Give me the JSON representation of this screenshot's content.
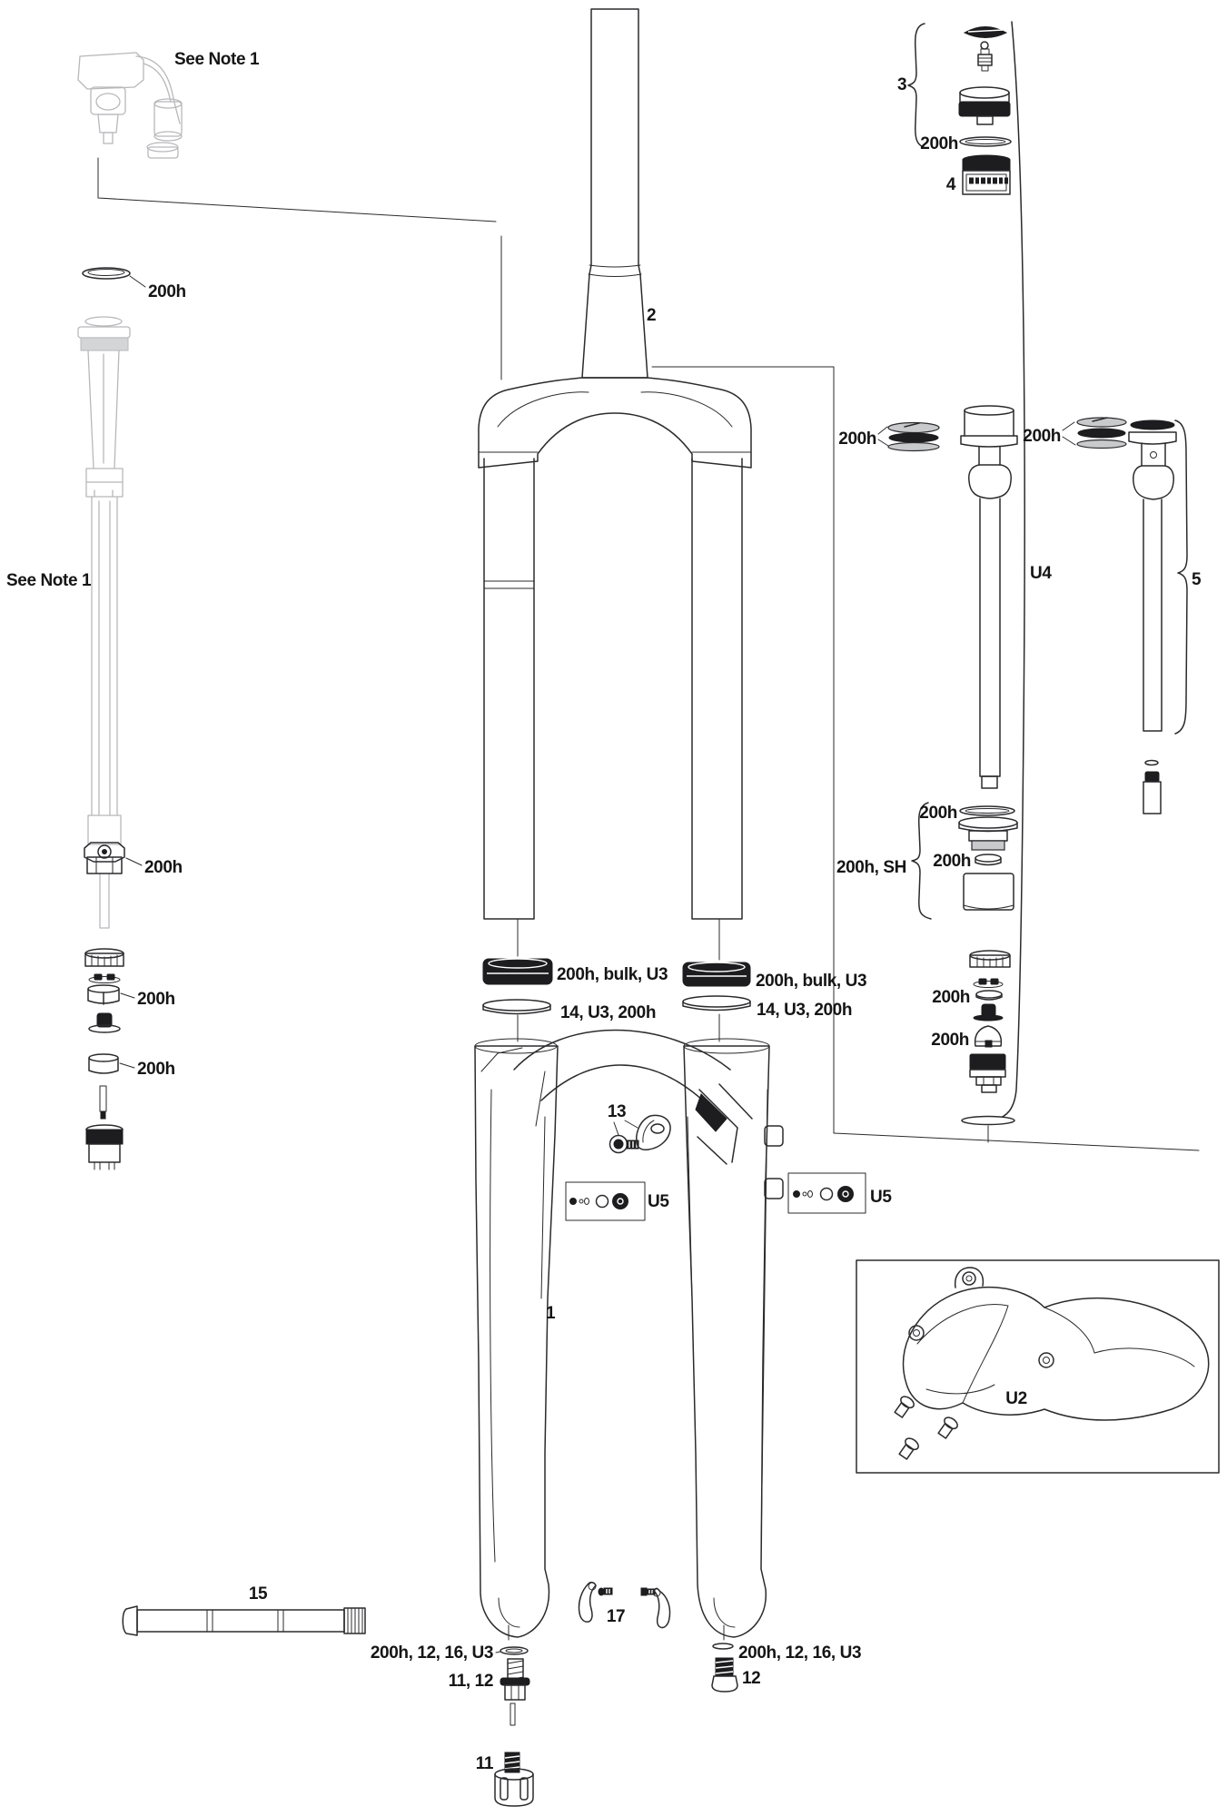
{
  "page": {
    "background": "#ffffff",
    "ink": "#2b2b2e",
    "ghost": "#b7b8ba"
  },
  "labels": {
    "note_top": "See Note 1",
    "steerer_oring": "200h",
    "note_left": "See Note 1",
    "air_shaft_collar": "200h",
    "air_topcap_nut": "200h",
    "air_valve_cylinder": "200h",
    "crown_steerer_unit": "2",
    "top_cap_group": "3",
    "top_cap_oring": "200h",
    "grease_tub": "4",
    "damper_u4_rings": "200h",
    "damper_5_rings": "200h",
    "damper_u4": "U4",
    "damper_5": "5",
    "sealhead_oring": "200h",
    "sealhead_group": "200h, SH",
    "sealhead_glide_ring": "200h",
    "rebound_washer": "200h",
    "rebound_foam": "200h",
    "dust_seal_left": "200h, bulk, U3",
    "foam_ring_left": "14, U3, 200h",
    "dust_seal_right": "200h, bulk, U3",
    "foam_ring_right": "14, U3, 200h",
    "fender_bolt_kit": "13",
    "service_kit_left": "U5",
    "service_kit_right": "U5",
    "lower_leg_assembly": "1",
    "fender_kit": "U2",
    "maxle": "15",
    "sensor_clip_kit": "17",
    "foot_washer_left": "200h, 12, 16, U3",
    "foot_bolt_left": "11, 12",
    "foot_washer_right": "200h, 12, 16, U3",
    "foot_bolt_right": "12",
    "rebound_knob": "11"
  }
}
